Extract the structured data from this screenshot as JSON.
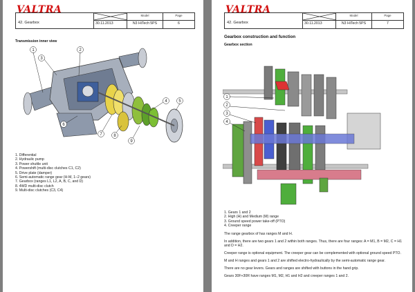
{
  "brand": "VALTRA",
  "left": {
    "header": {
      "section": "42. Gearbox",
      "date": "30.11.2013",
      "model_caption": "Model",
      "model": "N3 HiTech 5PS",
      "page_caption": "Page",
      "page": "6"
    },
    "title": "Transmission inner view",
    "callouts": [
      "1",
      "2",
      "3",
      "4",
      "5",
      "6",
      "7",
      "8",
      "9"
    ],
    "legend": [
      "1.  Differential",
      "2.  Hydraulic pump",
      "3.  Power shuttle unit",
      "4.  Powershift (multi-disc clutches C1, C2)",
      "5.  Drive plate (damper)",
      "6.  Semi-automatic range gear (H-M, 1–2 gears)",
      "7.  Gearbox (ranges L1, L2, A, B, C, and D)",
      "8.  4WD multi-disc clutch",
      "9.  Multi-disc clutches (C3, C4)"
    ]
  },
  "right": {
    "header": {
      "section": "42. Gearbox",
      "date": "30.11.2013",
      "model_caption": "Model",
      "model": "N3 HiTech 5PS",
      "page_caption": "Page",
      "page": "7"
    },
    "title": "Gearbox construction and function",
    "subtitle": "Gearbox section",
    "callouts": [
      "1",
      "2",
      "3",
      "4"
    ],
    "legend": [
      "1.  Gears 1 and 2",
      "2.  High (H) and Medium (M) range",
      "3.  Ground speed power take-off (PTO)",
      "4.  Creeper range"
    ],
    "paragraphs": [
      "The range gearbox of has ranges M and H.",
      "In addition, there are two gears 1 and 2 within both ranges. Thus, there are four ranges: A = M1, B = M2, C = H1 and D = H2.",
      "Creeper range is optional equipment. The creeper gear can be complemented with optional ground speed PTO.",
      "M and H ranges and gears 1 and 2 are shifted electro-hydraulically by the semi-automatic range gear.",
      "There are no gear levers. Gears and ranges are shifted with buttons in the hand grip.",
      "Gears 30F+30R have ranges M1, M2, H1 and H2 and creeper ranges 1 and 2."
    ]
  }
}
